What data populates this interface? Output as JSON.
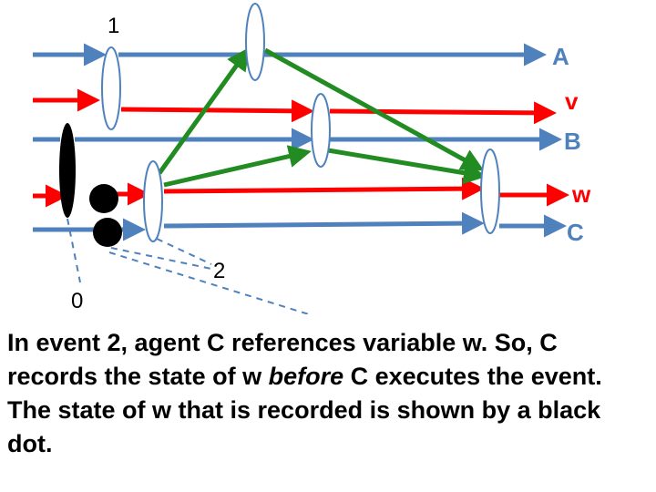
{
  "colors": {
    "agent": "#4F81BD",
    "variable": "#FF0000",
    "message": "#228B22",
    "state_dot": "#000000",
    "pointer": "#4F81BD"
  },
  "lines": {
    "A": {
      "label": "A",
      "kind": "agent"
    },
    "v": {
      "label": "v",
      "kind": "variable"
    },
    "B": {
      "label": "B",
      "kind": "agent"
    },
    "w": {
      "label": "w",
      "kind": "variable"
    },
    "C": {
      "label": "C",
      "kind": "agent"
    }
  },
  "event_labels": {
    "e0": "0",
    "e1": "1",
    "e2": "2"
  },
  "caption": {
    "part1": "In event 2, agent C references variable w. So, C records the state of w ",
    "emphasis": "before",
    "part2": " C executes the event. The state of w that is recorded is shown by a black dot."
  }
}
